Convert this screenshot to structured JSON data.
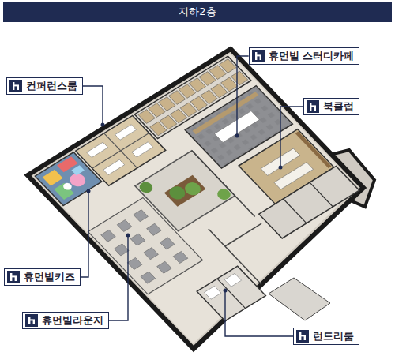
{
  "diagram": {
    "title": "지하2층",
    "nodes": [
      {
        "text": [
          "휴먼빌 스터디카페"
        ]
      },
      {
        "text": [
          "컨퍼런스룸"
        ]
      },
      {
        "text": [
          "북클럽"
        ]
      },
      {
        "text": [
          "휴먼빌키즈"
        ]
      },
      {
        "text": [
          "휴먼빌라운지"
        ]
      },
      {
        "text": [
          "런드리룸"
        ]
      }
    ]
  }
}
